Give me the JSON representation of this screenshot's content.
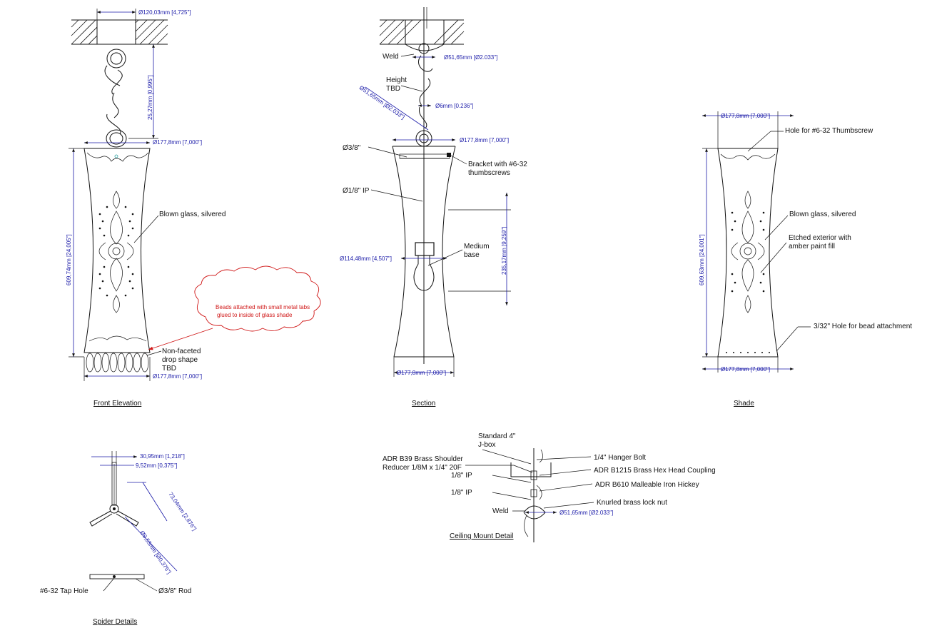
{
  "titles": {
    "front": "Front Elevation",
    "section": "Section",
    "shade": "Shade",
    "spider": "Spider Details",
    "ceiling": "Ceiling Mount Detail"
  },
  "front": {
    "dim_top": "Ø120,03mm [4,725\"]",
    "dim_link": "25,27mm [0,995\"]",
    "dim_width_top": "Ø177,8mm [7,000\"]",
    "dim_height": "609,74mm [24,005\"]",
    "dim_width_bottom": "Ø177,8mm [7,000\"]",
    "glass_label": "Blown glass, silvered",
    "beads_label": [
      "Non-faceted",
      "drop shape",
      "TBD"
    ],
    "cloud_note": [
      "Beads attached with small metal tabs",
      "glued to inside of glass shade"
    ]
  },
  "section": {
    "weld": "Weld",
    "dim_canopy": "Ø51,65mm [Ø2.033\"]",
    "height": [
      "Height",
      "TBD"
    ],
    "dim_diag": "Ø51,65mm [Ø2.033\"]",
    "dim_rod": "Ø6mm [0.236\"]",
    "dim_width_top": "Ø177,8mm [7,000\"]",
    "dia_38": "Ø3/8\"",
    "bracket": [
      "Bracket with #6-32",
      "thumbscrews"
    ],
    "ip": "Ø1/8\" IP",
    "dim_vert": "235,17mm [9,259\"]",
    "base": [
      "Medium",
      "base"
    ],
    "dim_mid": "Ø114,48mm [4,507\"]",
    "dim_width_bottom": "Ø177,8mm [7,000\"]"
  },
  "shade": {
    "dim_top": "Ø177,8mm [7,000\"]",
    "hole": "Hole for #6-32 Thumbscrew",
    "glass": "Blown glass, silvered",
    "etched": [
      "Etched exterior with",
      "amber paint fill"
    ],
    "dim_height": "609,63mm [24,001\"]",
    "bead_hole": "3/32\" Hole for bead attachment",
    "dim_bottom": "Ø177,8mm [7,000\"]"
  },
  "spider": {
    "dim1": "30,95mm [1,218\"]",
    "dim2": "9,52mm [0,375\"]",
    "dim3": "73,04mm [2,876\"]",
    "dim4": "Ø9,53mm [Ø0,375\"]",
    "tap": "#6-32 Tap Hole",
    "rod": "Ø3/8\" Rod"
  },
  "ceiling": {
    "jbox": [
      "Standard 4\"",
      "J-box"
    ],
    "reducer": [
      "ADR B39 Brass Shoulder",
      "Reducer 1/8M x 1/4\" 20F"
    ],
    "ip1": "1/8\" IP",
    "ip2": "1/8\" IP",
    "weld": "Weld",
    "bolt": "1/4\" Hanger Bolt",
    "coupling": "ADR B1215 Brass Hex Head Coupling",
    "hickey": "ADR B610 Malleable Iron Hickey",
    "locknut": "Knurled brass lock nut",
    "dim": "Ø51,65mm [Ø2.033\"]"
  }
}
